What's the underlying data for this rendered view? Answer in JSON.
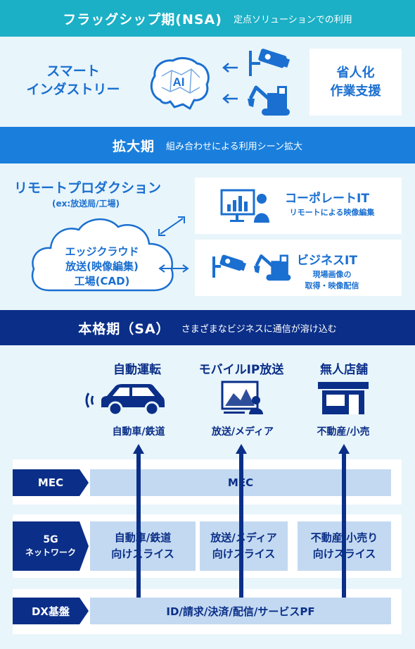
{
  "phases": [
    {
      "title": "フラッグシップ期(NSA)",
      "subtitle": "定点ソリューションでの利用"
    },
    {
      "title": "拡大期",
      "subtitle": "組み合わせによる利用シーン拡大"
    },
    {
      "title": "本格期（SA）",
      "subtitle": "さまざまなビジネスに通信が溶け込む"
    }
  ],
  "flagship": {
    "left_label": [
      "スマート",
      "インダストリー"
    ],
    "ai_label": "AI",
    "right_box": [
      "省人化",
      "作業支援"
    ]
  },
  "expansion": {
    "title": "リモートプロダクション",
    "subtitle": "(ex:放送局/工場)",
    "cloud": [
      "エッジクラウド",
      "放送(映像編集)",
      "工場(CAD)"
    ],
    "box1": {
      "heading": "コーポレートIT",
      "desc": [
        "リモートによる映像編集"
      ]
    },
    "box2": {
      "heading": "ビジネスIT",
      "desc": [
        "現場画像の",
        "取得・映像配信"
      ]
    }
  },
  "full": {
    "services": [
      {
        "title": "自動運転",
        "sub": "自動車/鉄道"
      },
      {
        "title": "モバイルIP放送",
        "sub": "放送/メディア"
      },
      {
        "title": "無人店舗",
        "sub": "不動産/小売"
      }
    ],
    "layers": {
      "mec": {
        "label": "MEC",
        "cell": "MEC"
      },
      "network": {
        "label": [
          "5G",
          "ネットワーク"
        ],
        "cells": [
          [
            "自動車/鉄道",
            "向けスライス"
          ],
          [
            "放送/メディア",
            "向けスライス"
          ],
          [
            "不動産/小売り",
            "向けスライス"
          ]
        ]
      },
      "dx": {
        "label": "DX基盤",
        "cell": "ID/請求/決済/配信/サービスPF"
      }
    }
  },
  "colors": {
    "teal": "#1bb0c6",
    "blue": "#1a7fdc",
    "navy": "#0b2f88",
    "light_bg": "#e8f5fb",
    "cell": "#c3d9f1"
  }
}
